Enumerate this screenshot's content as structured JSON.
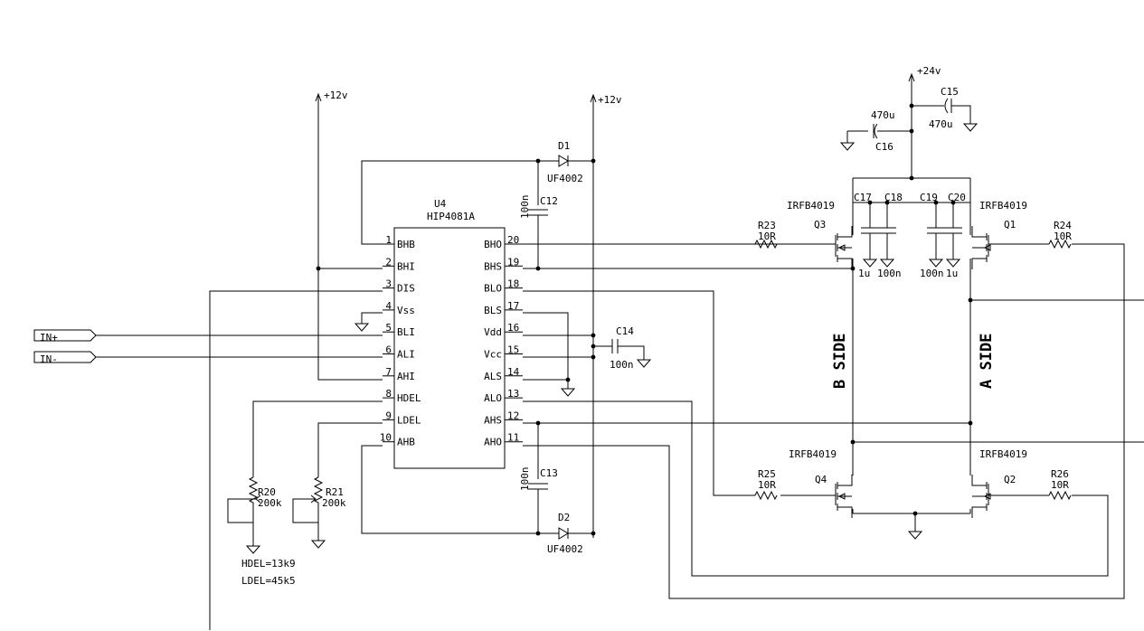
{
  "ic": {
    "ref": "U4",
    "part": "HIP4081A",
    "left_pins": [
      {
        "num": "1",
        "name": "BHB"
      },
      {
        "num": "2",
        "name": "BHI"
      },
      {
        "num": "3",
        "name": "DIS"
      },
      {
        "num": "4",
        "name": "Vss"
      },
      {
        "num": "5",
        "name": "BLI"
      },
      {
        "num": "6",
        "name": "ALI"
      },
      {
        "num": "7",
        "name": "AHI"
      },
      {
        "num": "8",
        "name": "HDEL"
      },
      {
        "num": "9",
        "name": "LDEL"
      },
      {
        "num": "10",
        "name": "AHB"
      }
    ],
    "right_pins": [
      {
        "num": "20",
        "name": "BHO"
      },
      {
        "num": "19",
        "name": "BHS"
      },
      {
        "num": "18",
        "name": "BLO"
      },
      {
        "num": "17",
        "name": "BLS"
      },
      {
        "num": "16",
        "name": "Vdd"
      },
      {
        "num": "15",
        "name": "Vcc"
      },
      {
        "num": "14",
        "name": "ALS"
      },
      {
        "num": "13",
        "name": "ALO"
      },
      {
        "num": "12",
        "name": "AHS"
      },
      {
        "num": "11",
        "name": "AHO"
      }
    ]
  },
  "supplies": {
    "v12": "+12v",
    "v24": "+24v"
  },
  "ports": {
    "in_plus": "IN+",
    "in_minus": "IN-"
  },
  "diodes": {
    "d1": {
      "ref": "D1",
      "value": "UF4002"
    },
    "d2": {
      "ref": "D2",
      "value": "UF4002"
    }
  },
  "caps": {
    "c12": {
      "ref": "C12",
      "value": "100n"
    },
    "c13": {
      "ref": "C13",
      "value": "100n"
    },
    "c14": {
      "ref": "C14",
      "value": "100n"
    },
    "c15": {
      "ref": "C15",
      "value": "470u"
    },
    "c16": {
      "ref": "C16",
      "value": "470u"
    },
    "c17": {
      "ref": "C17",
      "value": "1u"
    },
    "c18": {
      "ref": "C18",
      "value": "100n"
    },
    "c19": {
      "ref": "C19",
      "value": "100n"
    },
    "c20": {
      "ref": "C20",
      "value": "1u"
    }
  },
  "resistors": {
    "r23": {
      "ref": "R23",
      "value": "10R"
    },
    "r24": {
      "ref": "R24",
      "value": "10R"
    },
    "r25": {
      "ref": "R25",
      "value": "10R"
    },
    "r26": {
      "ref": "R26",
      "value": "10R"
    },
    "r20": {
      "ref": "R20",
      "value": "200k"
    },
    "r21": {
      "ref": "R21",
      "value": "200k"
    }
  },
  "mosfets": {
    "q1": {
      "ref": "Q1",
      "part": "IRFB4019"
    },
    "q2": {
      "ref": "Q2",
      "part": "IRFB4019"
    },
    "q3": {
      "ref": "Q3",
      "part": "IRFB4019"
    },
    "q4": {
      "ref": "Q4",
      "part": "IRFB4019"
    }
  },
  "labels": {
    "b_side": "B SIDE",
    "a_side": "A SIDE",
    "hdel": "HDEL=13k9",
    "ldel": "LDEL=45k5"
  }
}
